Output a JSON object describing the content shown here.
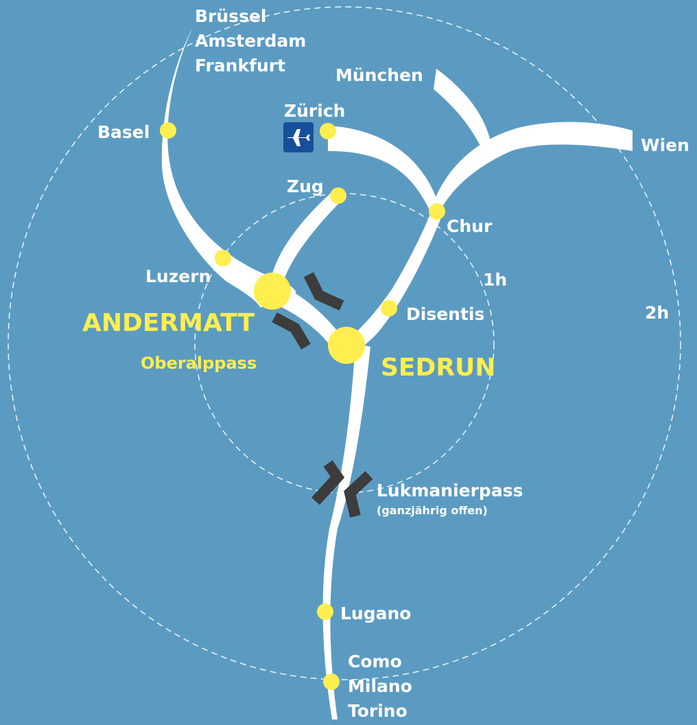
{
  "colors": {
    "background": "#5b9bc2",
    "route": "#ffffff",
    "station": "#ffee4f",
    "highlight_text": "#ffee4f",
    "pass_marker": "#3c3c3c",
    "airport_badge": "#16509a"
  },
  "rings": {
    "inner": "1h",
    "outer": "2h"
  },
  "cities": {
    "brussel": "Brüssel",
    "amsterdam": "Amsterdam",
    "frankfurt": "Frankfurt",
    "muenchen": "München",
    "zuerich": "Zürich",
    "wien": "Wien",
    "basel": "Basel",
    "zug": "Zug",
    "chur": "Chur",
    "luzern": "Luzern",
    "disentis": "Disentis",
    "lugano": "Lugano",
    "como": "Como",
    "milano": "Milano",
    "torino": "Torino"
  },
  "highlights": {
    "andermatt": "ANDERMATT",
    "sedrun": "SEDRUN",
    "oberalppass": "Oberalppass"
  },
  "passes": {
    "lukmanier": "Lukmanierpass",
    "lukmanier_note": "(ganzjährig offen)"
  },
  "icons": {
    "airport": "airplane-icon"
  }
}
